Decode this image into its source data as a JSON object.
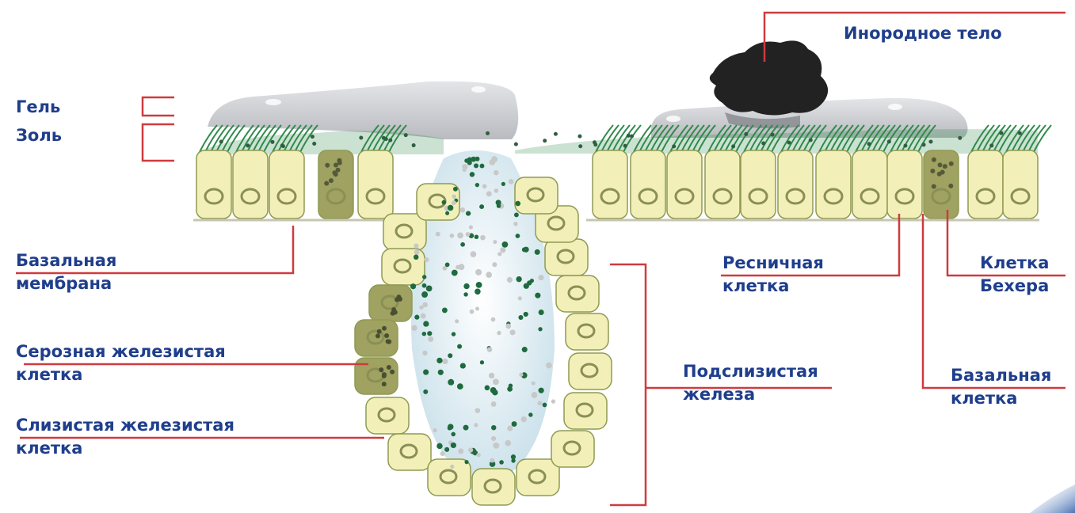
{
  "colors": {
    "label_text": "#1f3e8c",
    "leader_line": "#cf3a3f",
    "cell_fill": "#f2f0b8",
    "cell_edge": "#8f9a52",
    "serous_cell": "#9fa260",
    "cilia": "#2f8a4a",
    "mucus_gel": "#c9cbcf",
    "foreign_body": "#222222",
    "secretion_dark": "#1f6a3e",
    "secretion_light": "#c8c8c8"
  },
  "labels": {
    "gel": "Гель",
    "sol": "Золь",
    "foreign_body": "Инородное тело",
    "basal_membrane": [
      "Базальная",
      "мембрана"
    ],
    "ciliated_cell": [
      "Ресничная",
      "клетка"
    ],
    "becher_cell": [
      "Клетка",
      "Бехера"
    ],
    "serous_gland_cell": [
      "Серозная железистая",
      "клетка"
    ],
    "submucosal_gland": [
      "Подслизистая",
      "железа"
    ],
    "basal_cell": [
      "Базальная",
      "клетка"
    ],
    "mucous_gland_cell": [
      "Слизистая железистая",
      "клетка"
    ]
  }
}
